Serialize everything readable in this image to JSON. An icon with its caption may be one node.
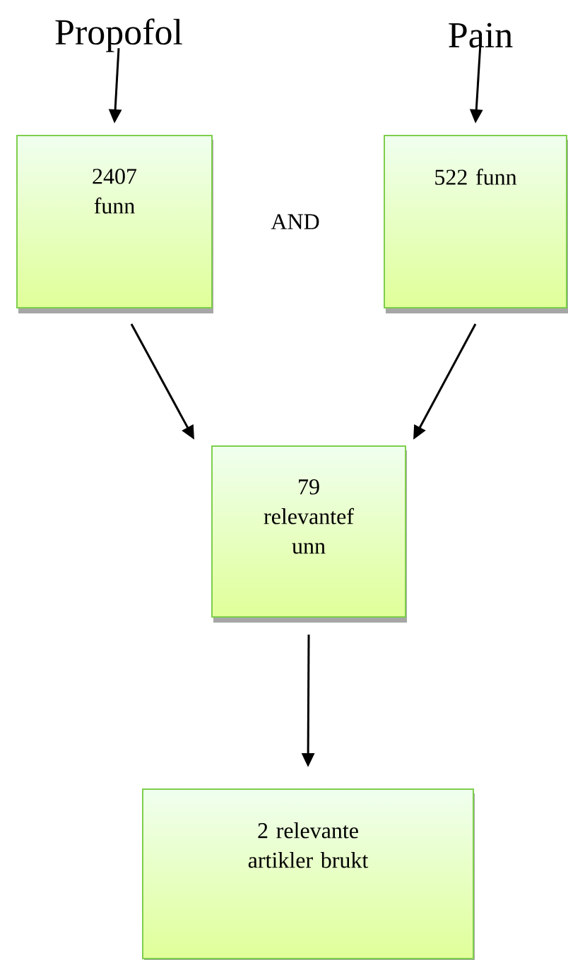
{
  "diagram": {
    "nodes": [
      {
        "text": [
          "Propofol"
        ]
      },
      {
        "text": [
          "Pain"
        ]
      },
      {
        "text": [
          "2407 funn"
        ]
      },
      {
        "text": [
          "522 funn"
        ]
      },
      {
        "text": [
          "79 relevantef unn"
        ]
      },
      {
        "text": [
          "2 relevante artikler brukt"
        ]
      }
    ],
    "edges": [
      {
        "from": 0,
        "to": 2,
        "arrow": "to"
      },
      {
        "from": 1,
        "to": 3,
        "arrow": "to"
      },
      {
        "from": 2,
        "to": 4,
        "arrow": "to"
      },
      {
        "from": 3,
        "to": 4,
        "arrow": "to"
      },
      {
        "from": 4,
        "to": 5,
        "arrow": "to"
      }
    ],
    "labels": [
      "AND"
    ]
  }
}
